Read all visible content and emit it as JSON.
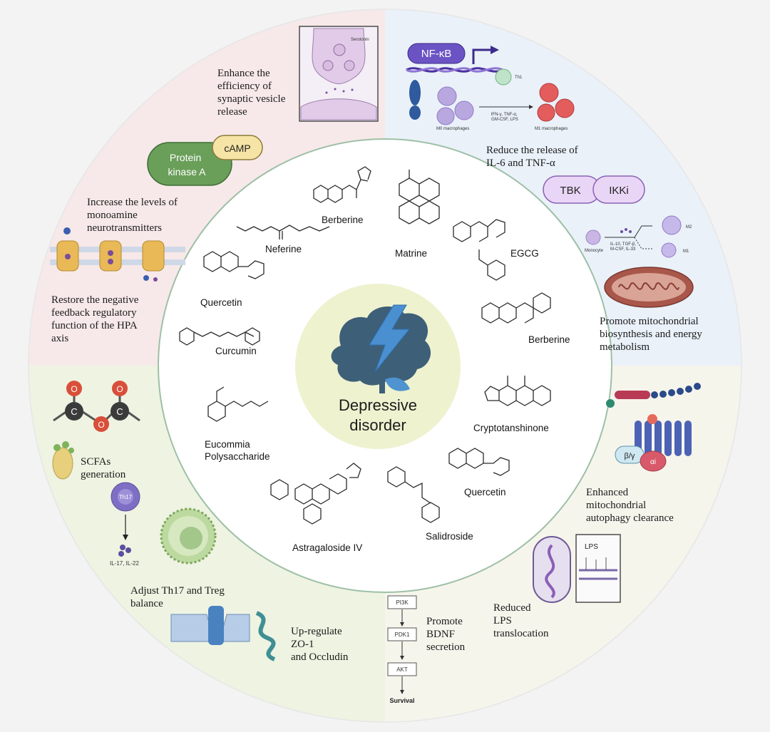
{
  "center": {
    "line1": "Depressive",
    "line2": "disorder"
  },
  "mechanisms": {
    "synaptic": [
      "Enhance the",
      "efficiency of",
      "synaptic vesicle",
      "release"
    ],
    "il6": [
      "Reduce the release of",
      "IL-6 and TNF-α"
    ],
    "monoamine": [
      "Increase the levels of",
      "monoamine",
      "neurotransmitters"
    ],
    "hpa": [
      "Restore the negative",
      "feedback regulatory",
      "function of the HPA",
      "axis"
    ],
    "mito_bio": [
      "Promote mitochondrial",
      "biosynthesis and energy",
      "metabolism"
    ],
    "scfa": [
      "SCFAs",
      "generation"
    ],
    "th17": [
      "Adjust Th17 and Treg",
      "balance"
    ],
    "zo1": [
      "Up-regulate",
      "ZO-1",
      " and Occludin"
    ],
    "bdnf": [
      "Promote",
      "BDNF",
      "secretion"
    ],
    "lps": [
      "Reduced",
      "LPS",
      "translocation"
    ],
    "autophagy": [
      "Enhanced",
      "mitochondrial",
      "autophagy clearance"
    ]
  },
  "compounds": {
    "berberine_top": "Berberine",
    "neferine": "Neferine",
    "matrine": "Matrine",
    "egcg": "EGCG",
    "quercetin_left": "Quercetin",
    "curcumin": "Curcumin",
    "berberine_right": "Berberine",
    "eucommia": [
      "Eucommia",
      "Polysaccharide"
    ],
    "cryptotanshinone": "Cryptotanshinone",
    "quercetin_right": "Quercetin",
    "salidroside": "Salidroside",
    "astragaloside": "Astragaloside IV"
  },
  "icons": {
    "camp": "cAMP",
    "pka": [
      "Protein",
      "kinase A"
    ],
    "nfkb": "NF-κB",
    "tbk": "TBK",
    "ikki": "IKKi",
    "serotonin": "Serotonin",
    "th1": "Th1",
    "m0": "M0 macrophages",
    "m1": "M1 macrophages",
    "cytokines": [
      "IFN-γ, TNF-α,",
      "GM-CSF, LPS"
    ],
    "monocyte": "Monocyte",
    "m2_cyt": [
      "IL-10, TGF-β,",
      "M-CSF, IL-33"
    ],
    "m2": "M2",
    "m1_short": "M1",
    "th17": "Th17",
    "il17": "IL-17, IL-22",
    "o1": "O",
    "o2": "O",
    "o3": "O",
    "c1": "C",
    "c2": "C",
    "pi3k": "PI3K",
    "pdk1": "PDK1",
    "akt": "AKT",
    "survival": "Survival",
    "lps": "LPS",
    "beta_gamma": "β/γ",
    "alpha_i": "αi"
  },
  "colors": {
    "q_top_left": "#f7e9e9",
    "q_top_right": "#eaf1f9",
    "q_bottom_left": "#eef3e2",
    "q_bottom_right": "#f6f5ec",
    "center": "#eef2cf",
    "brain": "#3d5f78",
    "bolt": "#4a8fd0",
    "pka": "#6a9f5a",
    "camp": "#f6e3a6",
    "nfkb": "#6b53c4",
    "tbk": "#e9d6f6"
  }
}
